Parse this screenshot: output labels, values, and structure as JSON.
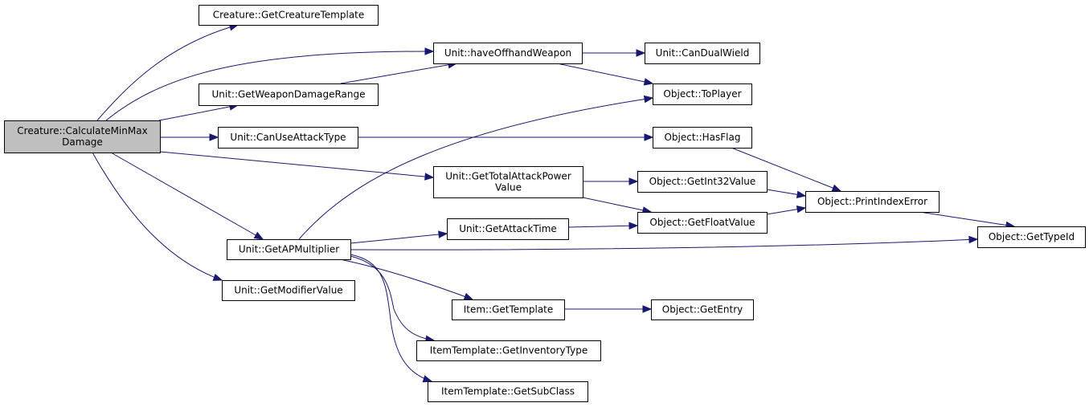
{
  "graph": {
    "type": "call-graph",
    "root": "n0",
    "colors": {
      "edge": "#191970",
      "root_fill": "#bfbfbf",
      "node_fill": "#ffffff",
      "node_border": "#000000"
    },
    "nodes": [
      {
        "id": "n0",
        "lines": [
          "Creature::CalculateMinMax",
          "Damage"
        ],
        "root": true
      },
      {
        "id": "n1",
        "lines": [
          "Creature::GetCreatureTemplate"
        ]
      },
      {
        "id": "n2",
        "lines": [
          "Unit::haveOffhandWeapon"
        ]
      },
      {
        "id": "n3",
        "lines": [
          "Unit::GetWeaponDamageRange"
        ]
      },
      {
        "id": "n4",
        "lines": [
          "Unit::CanUseAttackType"
        ]
      },
      {
        "id": "n5",
        "lines": [
          "Unit::GetTotalAttackPower",
          "Value"
        ]
      },
      {
        "id": "n6",
        "lines": [
          "Unit::GetAPMultiplier"
        ]
      },
      {
        "id": "n7",
        "lines": [
          "Unit::GetModifierValue"
        ]
      },
      {
        "id": "n8",
        "lines": [
          "Unit::CanDualWield"
        ]
      },
      {
        "id": "n9",
        "lines": [
          "Object::ToPlayer"
        ]
      },
      {
        "id": "n10",
        "lines": [
          "Object::HasFlag"
        ]
      },
      {
        "id": "n11",
        "lines": [
          "Object::GetInt32Value"
        ]
      },
      {
        "id": "n12",
        "lines": [
          "Object::GetFloatValue"
        ]
      },
      {
        "id": "n13",
        "lines": [
          "Unit::GetAttackTime"
        ]
      },
      {
        "id": "n14",
        "lines": [
          "Object::PrintIndexError"
        ]
      },
      {
        "id": "n15",
        "lines": [
          "Object::GetTypeId"
        ]
      },
      {
        "id": "n16",
        "lines": [
          "Item::GetTemplate"
        ]
      },
      {
        "id": "n17",
        "lines": [
          "Object::GetEntry"
        ]
      },
      {
        "id": "n18",
        "lines": [
          "ItemTemplate::GetInventoryType"
        ]
      },
      {
        "id": "n19",
        "lines": [
          "ItemTemplate::GetSubClass"
        ]
      }
    ],
    "edges": [
      {
        "from": "n0",
        "to": "n1"
      },
      {
        "from": "n0",
        "to": "n2"
      },
      {
        "from": "n0",
        "to": "n3"
      },
      {
        "from": "n0",
        "to": "n4"
      },
      {
        "from": "n0",
        "to": "n5"
      },
      {
        "from": "n0",
        "to": "n6"
      },
      {
        "from": "n0",
        "to": "n7"
      },
      {
        "from": "n2",
        "to": "n8"
      },
      {
        "from": "n2",
        "to": "n9"
      },
      {
        "from": "n3",
        "to": "n2"
      },
      {
        "from": "n4",
        "to": "n10"
      },
      {
        "from": "n5",
        "to": "n11"
      },
      {
        "from": "n5",
        "to": "n12"
      },
      {
        "from": "n6",
        "to": "n9"
      },
      {
        "from": "n6",
        "to": "n13"
      },
      {
        "from": "n6",
        "to": "n15"
      },
      {
        "from": "n6",
        "to": "n16"
      },
      {
        "from": "n6",
        "to": "n18"
      },
      {
        "from": "n6",
        "to": "n19"
      },
      {
        "from": "n10",
        "to": "n14"
      },
      {
        "from": "n11",
        "to": "n14"
      },
      {
        "from": "n12",
        "to": "n14"
      },
      {
        "from": "n13",
        "to": "n12"
      },
      {
        "from": "n14",
        "to": "n15"
      },
      {
        "from": "n16",
        "to": "n17"
      }
    ]
  }
}
